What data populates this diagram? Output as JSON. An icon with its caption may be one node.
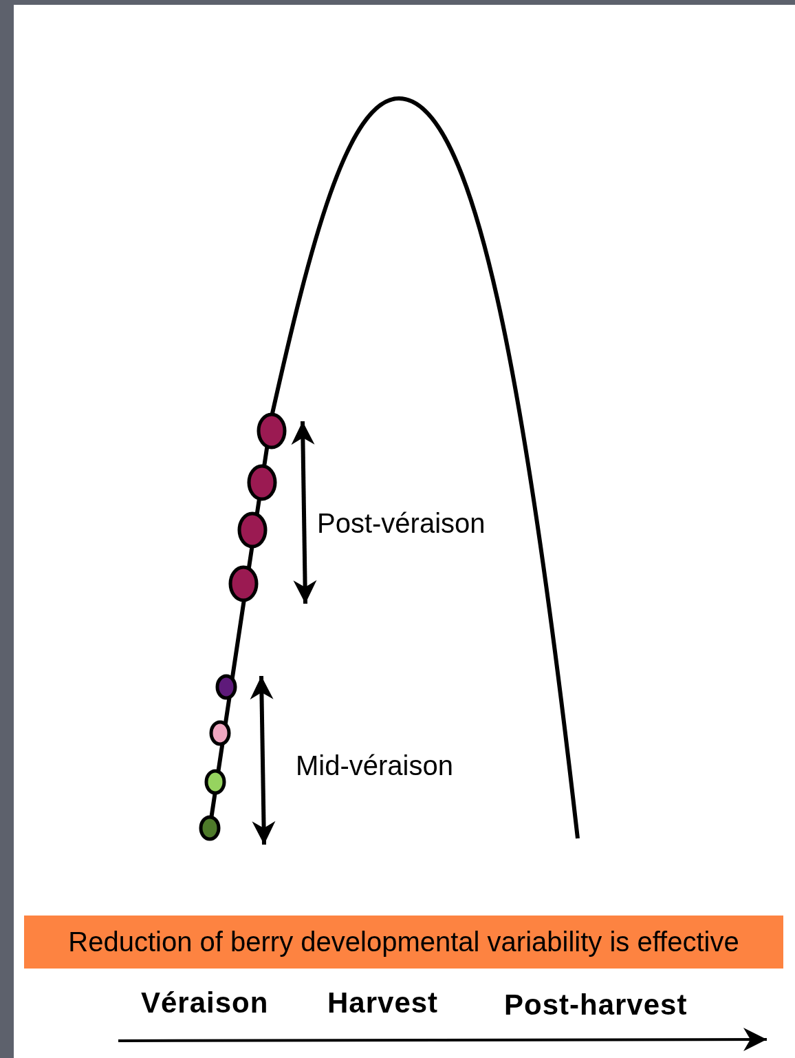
{
  "diagram": {
    "nodes": [
      {
        "text": [
          "Reduction of berry developmental variability is effective"
        ]
      }
    ],
    "labels": [
      "Post-véraison",
      "Mid-véraison",
      "Véraison",
      "Harvest",
      "Post-harvest"
    ]
  }
}
